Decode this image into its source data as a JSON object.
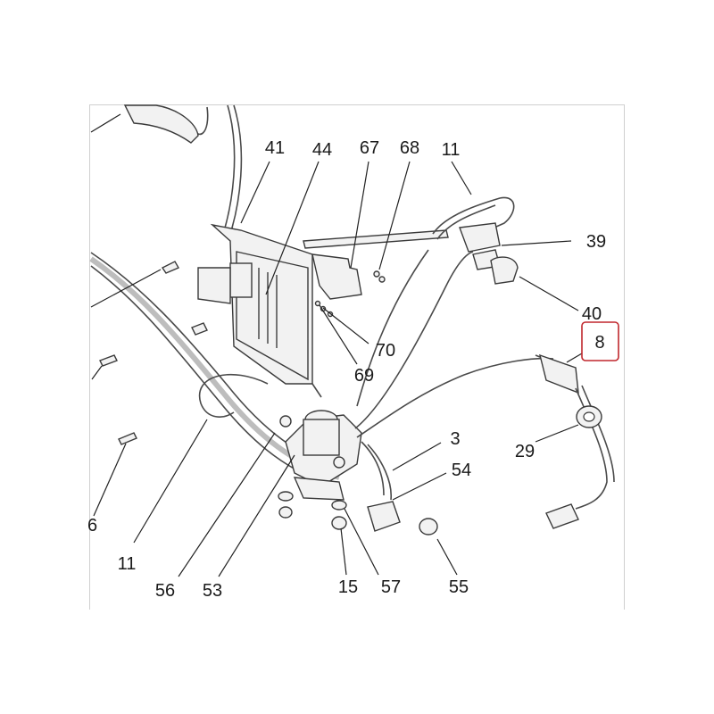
{
  "diagram": {
    "callouts": {
      "c41": "41",
      "c44": "44",
      "c67": "67",
      "c68": "68",
      "c11_top": "11",
      "c39": "39",
      "c40": "40",
      "c8": "8",
      "c70": "70",
      "c69": "69",
      "c3": "3",
      "c54": "54",
      "c29": "29",
      "c11_bottom": "11",
      "c56": "56",
      "c53": "53",
      "c15": "15",
      "c57": "57",
      "c55": "55",
      "c6_partial": "6"
    },
    "highlight": {
      "target": "8",
      "color": "#c0272d"
    }
  }
}
